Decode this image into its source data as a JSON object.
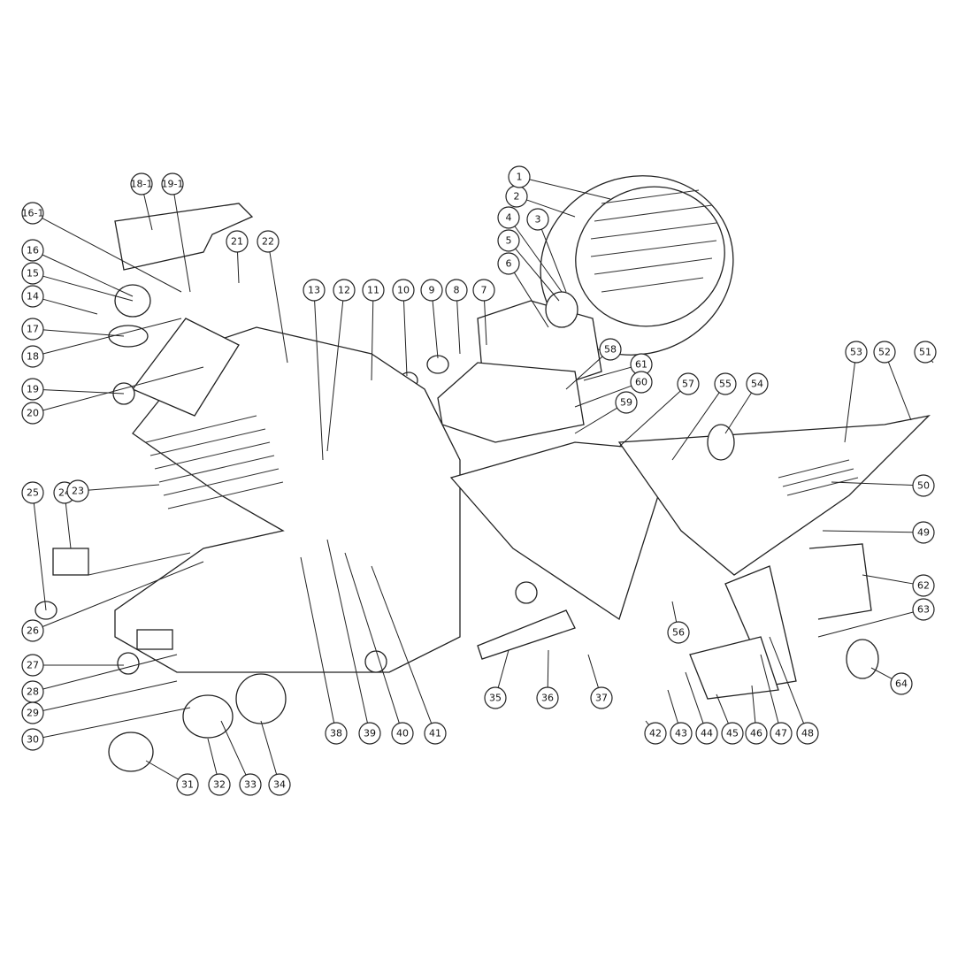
{
  "diagram": {
    "type": "exploded-parts-diagram",
    "callouts": [
      "18-1",
      "19-1",
      "16-1",
      "16",
      "15",
      "14",
      "17",
      "18",
      "19",
      "20",
      "21",
      "22",
      "13",
      "12",
      "11",
      "10",
      "9",
      "8",
      "7",
      "6",
      "5",
      "4",
      "3",
      "2",
      "1",
      "58",
      "61",
      "60",
      "59",
      "57",
      "55",
      "54",
      "53",
      "52",
      "51",
      "50",
      "49",
      "62",
      "63",
      "64",
      "25",
      "24",
      "23",
      "26",
      "27",
      "28",
      "29",
      "30",
      "31",
      "32",
      "33",
      "34",
      "35",
      "36",
      "37",
      "38",
      "39",
      "40",
      "41",
      "42",
      "43",
      "44",
      "45",
      "46",
      "47",
      "48",
      "56"
    ]
  }
}
